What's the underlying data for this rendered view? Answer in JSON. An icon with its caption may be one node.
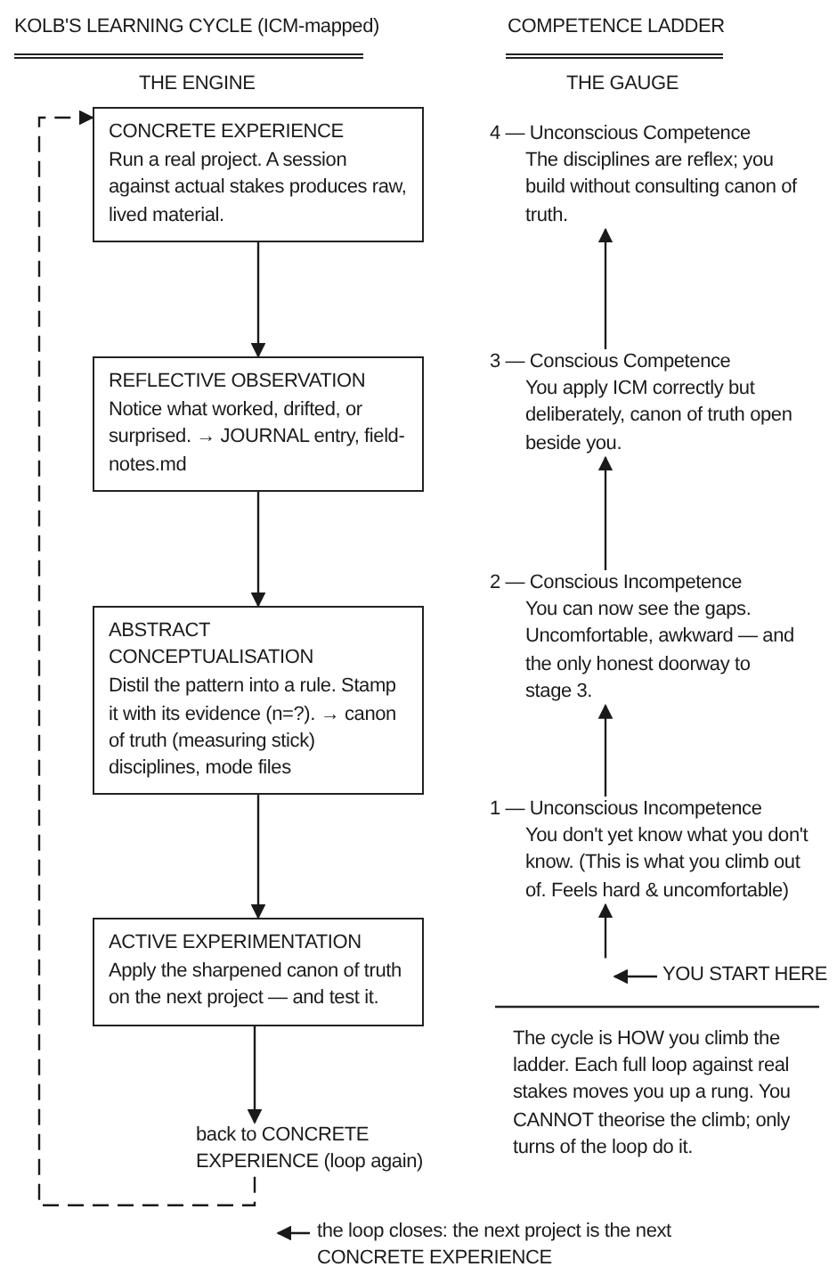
{
  "diagram": {
    "nodes": [
      {
        "text": [
          "CONCRETE EXPERIENCE",
          "Run a real project. A session against actual stakes produces raw, lived material."
        ]
      },
      {
        "text": [
          "REFLECTIVE OBSERVATION",
          "Notice what worked, drifted, or surprised. → JOURNAL entry, field-notes.md"
        ]
      },
      {
        "text": [
          "ABSTRACT CONCEPTUALISATION",
          "Distil the pattern into a rule. Stamp it with its evidence (n=?). → canon of truth (measuring stick) disciplines, mode files"
        ]
      },
      {
        "text": [
          "ACTIVE EXPERIMENTATION",
          "Apply the sharpened canon of truth on the next project — and test it."
        ]
      },
      {
        "text": [
          "back to CONCRETE EXPERIENCE (loop again)"
        ]
      },
      {
        "text": [
          "the loop closes: the next project is the next CONCRETE EXPERIENCE"
        ]
      },
      {
        "text": [
          "4 — Unconscious Competence",
          "The disciplines are reflex; you build without consulting canon of truth."
        ]
      },
      {
        "text": [
          "3 — Conscious Competence",
          "You apply ICM correctly but deliberately, canon of truth open beside you."
        ]
      },
      {
        "text": [
          "2 — Conscious Incompetence",
          "You can now see the gaps. Uncomfortable, awkward — and the only honest doorway to stage 3."
        ]
      },
      {
        "text": [
          "1 — Unconscious Incompetence",
          "You don't yet know what you don't know. (This is what you climb out of. Feels hard & uncomfortable)"
        ]
      },
      {
        "text": [
          "YOU START HERE"
        ]
      }
    ],
    "edges": [
      {
        "from": 0,
        "to": 1,
        "arrow": "to"
      },
      {
        "from": 1,
        "to": 2,
        "arrow": "to"
      },
      {
        "from": 2,
        "to": 3,
        "arrow": "to"
      },
      {
        "from": 3,
        "to": 4,
        "arrow": "to"
      },
      {
        "from": 4,
        "to": 0,
        "arrow": "to",
        "style": "dashed"
      },
      {
        "from": 5,
        "to": null,
        "arrow": "to"
      },
      {
        "from": 9,
        "to": 8,
        "arrow": "to"
      },
      {
        "from": 8,
        "to": 7,
        "arrow": "to"
      },
      {
        "from": 7,
        "to": 6,
        "arrow": "to"
      },
      {
        "from": null,
        "to": 9,
        "arrow": "to"
      },
      {
        "from": 10,
        "to": null,
        "arrow": "to"
      }
    ],
    "labels": [
      "KOLB'S LEARNING CYCLE (ICM-mapped)",
      "COMPETENCE LADDER",
      "THE ENGINE",
      "THE GAUGE",
      "The cycle is HOW you climb the ladder. Each full loop against real stakes moves you up a rung. You CANNOT theorise the climb; only turns of the loop do it."
    ]
  }
}
